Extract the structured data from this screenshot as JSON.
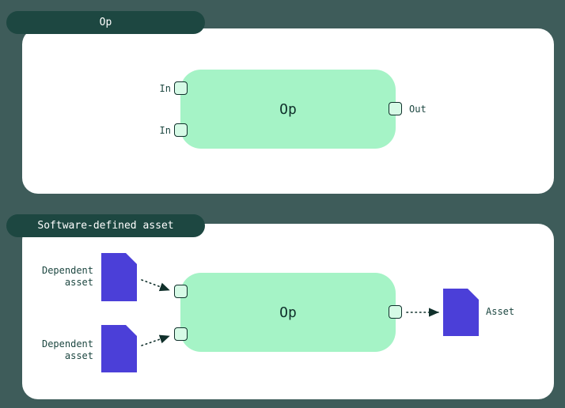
{
  "colors": {
    "background": "#3E5C5A",
    "tab_bg": "#1D4741",
    "tab_text": "#FFFFFF",
    "card_bg": "#FFFFFF",
    "node_bg": "#A5F3C6",
    "node_text": "#10302B",
    "handle_bg": "#D6FAE6",
    "handle_border": "#10302B",
    "asset_fill": "#4B3FD8",
    "label_text": "#1D4741",
    "arrow": "#10302B"
  },
  "op_section": {
    "tab_label": "Op",
    "node_label": "Op",
    "input_labels": [
      "In",
      "In"
    ],
    "output_label": "Out"
  },
  "sda_section": {
    "tab_label": "Software-defined asset",
    "node_label": "Op",
    "dependent_assets": [
      "Dependent\nasset",
      "Dependent\nasset"
    ],
    "output_asset_label": "Asset"
  }
}
